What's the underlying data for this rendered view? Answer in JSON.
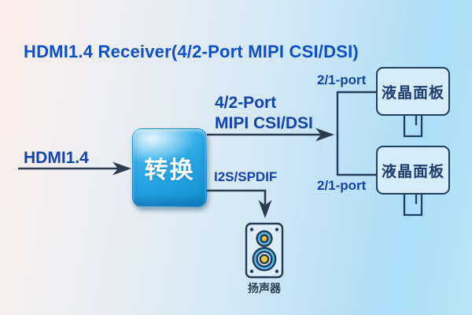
{
  "title": "HDMI1.4 Receiver(4/2-Port MIPI CSI/DSI)",
  "converter": {
    "label": "转换"
  },
  "input": {
    "label": "HDMI1.4"
  },
  "outputs": {
    "mipi": {
      "label_line1": "4/2-Port",
      "label_line2": "MIPI CSI/DSI"
    },
    "audio": {
      "label": "I2S/SPDIF"
    }
  },
  "panels": [
    {
      "label": "液晶面板",
      "port_label": "2/1-port"
    },
    {
      "label": "液晶面板",
      "port_label": "2/1-port"
    }
  ],
  "speaker": {
    "label": "扬声器"
  },
  "colors": {
    "title-blue": "#0b50c8",
    "label-blue": "#1243ae",
    "line-dark": "#2b3a4e",
    "panel-border": "#1f3f63",
    "panel-fill": "#d6ecf9",
    "box-blue": "#29a6e6",
    "speaker-blue": "#58b8ea",
    "speaker-yellow": "#f8c63e",
    "bg-left": "#fdeeea",
    "bg-right": "#abdef8"
  }
}
